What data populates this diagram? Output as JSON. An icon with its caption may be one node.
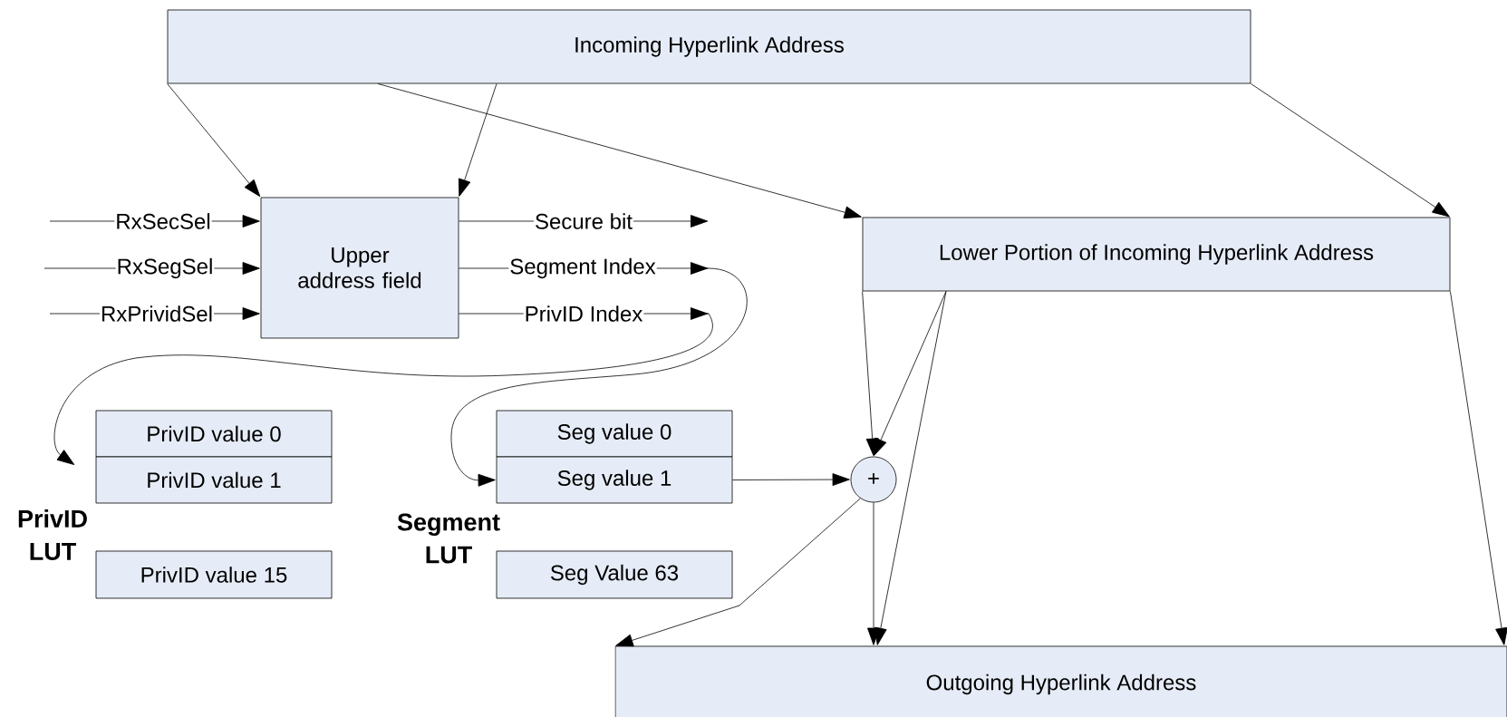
{
  "diagram": {
    "nodes": [
      {
        "text": [
          "Incoming Hyperlink Address"
        ]
      },
      {
        "text": [
          "Upper address field"
        ]
      },
      {
        "text": [
          "Lower Portion of Incoming Hyperlink Address"
        ]
      },
      {
        "text": [
          "PrivID value 0"
        ]
      },
      {
        "text": [
          "PrivID value 1"
        ]
      },
      {
        "text": [
          "PrivID value 15"
        ]
      },
      {
        "text": [
          "Seg value 0"
        ]
      },
      {
        "text": [
          "Seg value 1"
        ]
      },
      {
        "text": [
          "Seg Value 63"
        ]
      },
      {
        "text": [
          "+"
        ]
      },
      {
        "text": [
          "Outgoing Hyperlink Address"
        ]
      }
    ],
    "edges": [
      {
        "from": 0,
        "to": 1,
        "arrow": "to"
      },
      {
        "from": 0,
        "to": 1,
        "arrow": "to"
      },
      {
        "from": 0,
        "to": 2,
        "arrow": "to"
      },
      {
        "from": 0,
        "to": 2,
        "arrow": "to"
      },
      {
        "from": null,
        "to": 1,
        "arrow": "to",
        "label": "RxSecSel"
      },
      {
        "from": null,
        "to": 1,
        "arrow": "to",
        "label": "RxSegSel"
      },
      {
        "from": null,
        "to": 1,
        "arrow": "to",
        "label": "RxPrividSel"
      },
      {
        "from": 1,
        "to": null,
        "arrow": "to",
        "label": "Secure bit"
      },
      {
        "from": 1,
        "to": 7,
        "arrow": "to",
        "label": "Segment Index"
      },
      {
        "from": 1,
        "to": 4,
        "arrow": "to",
        "label": "PrivID Index"
      },
      {
        "from": 7,
        "to": 9,
        "arrow": "to"
      },
      {
        "from": 2,
        "to": 9,
        "arrow": "to"
      },
      {
        "from": 2,
        "to": 9,
        "arrow": "to"
      },
      {
        "from": 2,
        "to": 10,
        "arrow": "to"
      },
      {
        "from": 2,
        "to": 10,
        "arrow": "to"
      },
      {
        "from": 9,
        "to": 10,
        "arrow": "to"
      },
      {
        "from": 9,
        "to": 10,
        "arrow": "to"
      }
    ],
    "labels": [
      "PrivID LUT",
      "Segment LUT"
    ]
  }
}
